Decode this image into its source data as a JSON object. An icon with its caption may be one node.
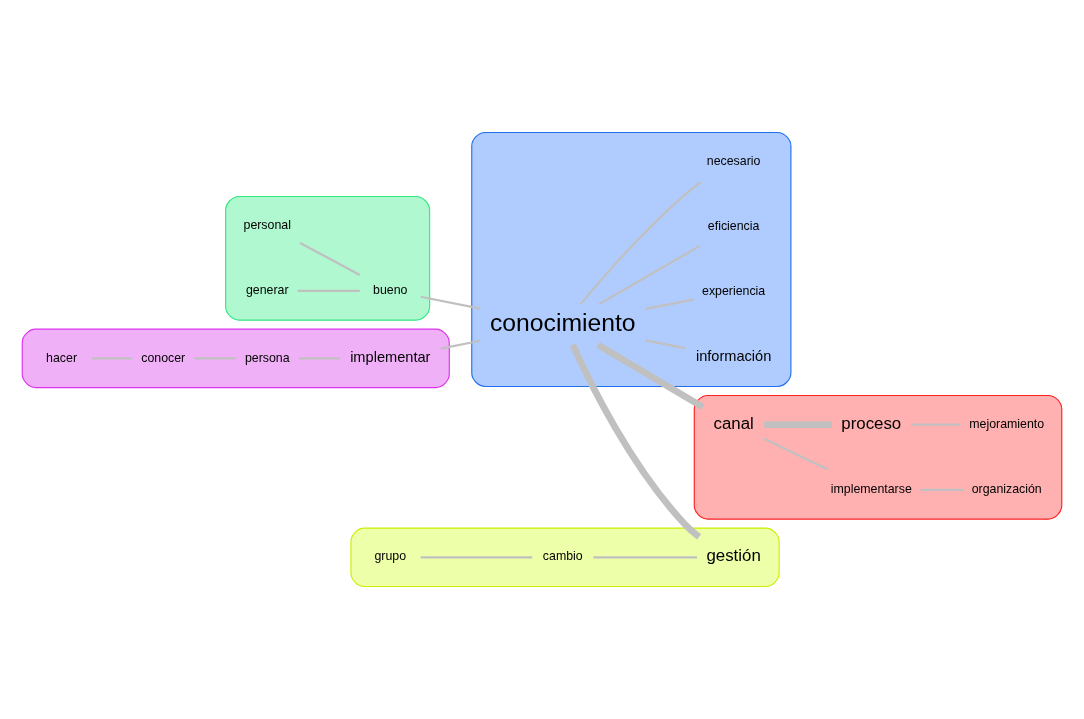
{
  "diagram": {
    "nodes": [
      {
        "text": [],
        "shape": "blob"
      },
      {
        "text": [
          "personal"
        ],
        "in": 0
      },
      {
        "text": [
          "generar"
        ],
        "in": 0
      },
      {
        "text": [
          "bueno"
        ],
        "in": 0
      },
      {
        "text": [],
        "shape": "blob"
      },
      {
        "text": [
          "grupo"
        ],
        "in": 4
      },
      {
        "text": [
          "cambio"
        ],
        "in": 4
      },
      {
        "text": [
          "gestión"
        ],
        "in": 4
      },
      {
        "text": [],
        "shape": "blob"
      },
      {
        "text": [
          "información"
        ],
        "in": 8
      },
      {
        "text": [
          "experiencia"
        ],
        "in": 8
      },
      {
        "text": [
          "conocimiento"
        ],
        "in": 8
      },
      {
        "text": [
          "eficiencia"
        ],
        "in": 8
      },
      {
        "text": [
          "necesario"
        ],
        "in": 8
      },
      {
        "text": [],
        "shape": "blob"
      },
      {
        "text": [
          "implementar"
        ],
        "in": 14
      },
      {
        "text": [
          "persona"
        ],
        "in": 14
      },
      {
        "text": [
          "conocer"
        ],
        "in": 14
      },
      {
        "text": [
          "hacer"
        ],
        "in": 14
      },
      {
        "text": [],
        "shape": "blob"
      },
      {
        "text": [
          "canal"
        ],
        "in": 19
      },
      {
        "text": [
          "implementarse"
        ],
        "in": 19
      },
      {
        "text": [
          "proceso"
        ],
        "in": 19
      },
      {
        "text": [
          "organización"
        ],
        "in": 19
      },
      {
        "text": [
          "mejoramiento"
        ],
        "in": 19
      }
    ],
    "edges": [
      {
        "from": 2,
        "to": 3,
        "arrow": "none"
      },
      {
        "from": 1,
        "to": 3,
        "arrow": "none"
      },
      {
        "from": 3,
        "to": 11,
        "arrow": "none"
      },
      {
        "from": 5,
        "to": 6,
        "arrow": "none"
      },
      {
        "from": 6,
        "to": 7,
        "arrow": "none"
      },
      {
        "from": 11,
        "to": 7,
        "arrow": "none",
        "style": "thick"
      },
      {
        "from": 11,
        "to": 9,
        "arrow": "none"
      },
      {
        "from": 11,
        "to": 10,
        "arrow": "none"
      },
      {
        "from": 11,
        "to": 12,
        "arrow": "none"
      },
      {
        "from": 11,
        "to": 13,
        "arrow": "none"
      },
      {
        "from": 18,
        "to": 17,
        "arrow": "none"
      },
      {
        "from": 17,
        "to": 16,
        "arrow": "none"
      },
      {
        "from": 16,
        "to": 15,
        "arrow": "none"
      },
      {
        "from": 15,
        "to": 11,
        "arrow": "none"
      },
      {
        "from": 11,
        "to": 20,
        "arrow": "none",
        "style": "thick"
      },
      {
        "from": 20,
        "to": 21,
        "arrow": "none"
      },
      {
        "from": 21,
        "to": 23,
        "arrow": "none"
      },
      {
        "from": 20,
        "to": 22,
        "arrow": "none",
        "style": "thick"
      },
      {
        "from": 22,
        "to": 24,
        "arrow": "none"
      }
    ]
  }
}
